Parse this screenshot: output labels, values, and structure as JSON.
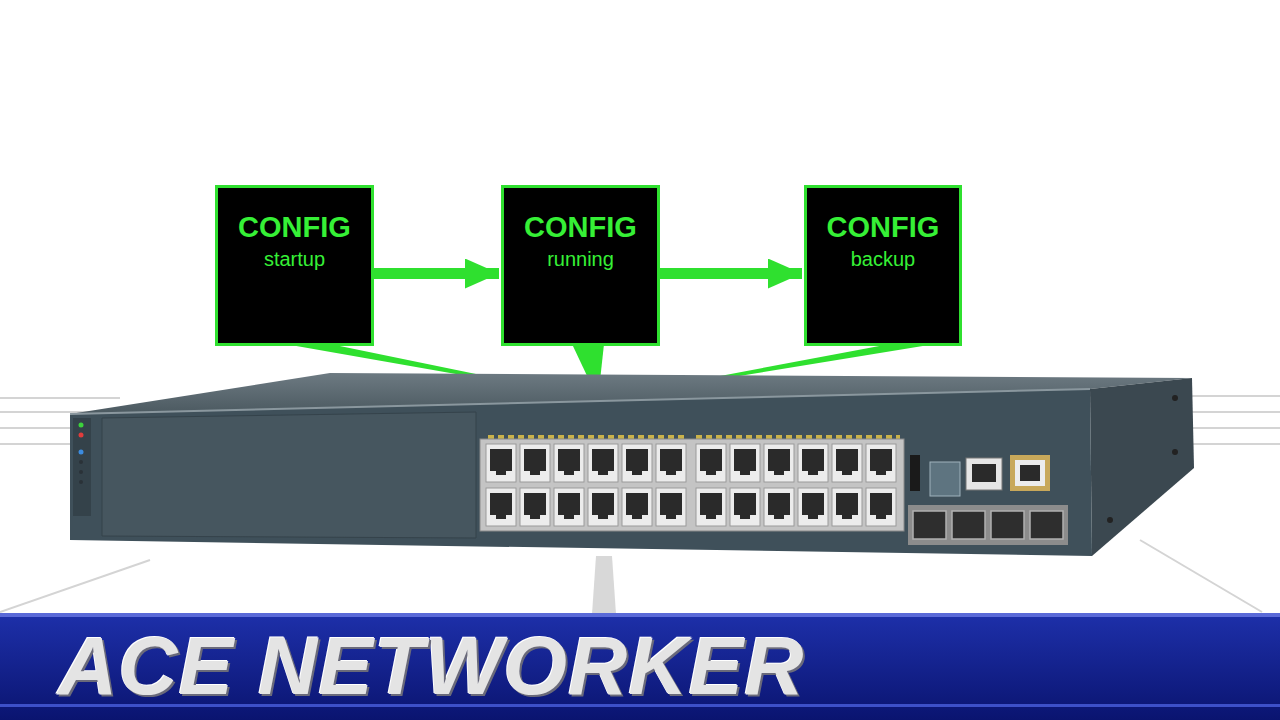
{
  "diagram": {
    "nodes": [
      {
        "text": [
          "CONFIG",
          "startup"
        ]
      },
      {
        "text": [
          "CONFIG",
          "running"
        ]
      },
      {
        "text": [
          "CONFIG",
          "backup"
        ]
      }
    ],
    "edges": [
      {
        "from": 0,
        "to": 1,
        "arrow": "to"
      },
      {
        "from": 1,
        "to": 2,
        "arrow": "to"
      }
    ],
    "labels": [
      "ACE NETWORKER"
    ]
  }
}
